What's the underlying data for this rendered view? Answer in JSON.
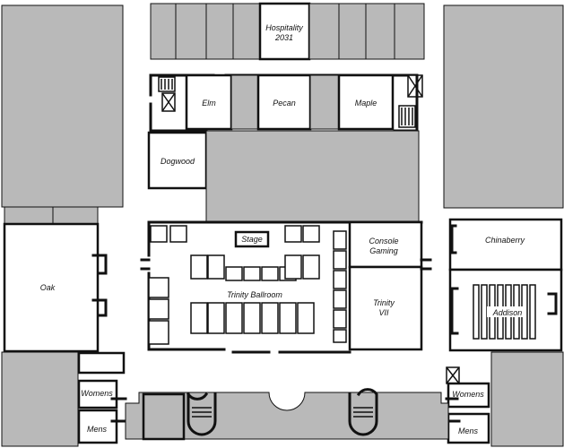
{
  "rooms": {
    "hospitality": {
      "line1": "Hospitality",
      "line2": "2031"
    },
    "elm": "Elm",
    "pecan": "Pecan",
    "maple": "Maple",
    "dogwood": "Dogwood",
    "oak": "Oak",
    "stage": "Stage",
    "ballroom": "Trinity Ballroom",
    "console": {
      "line1": "Console",
      "line2": "Gaming"
    },
    "trinity7": {
      "line1": "Trinity",
      "line2": "VII"
    },
    "chinaberry": "Chinaberry",
    "addison": "Addison",
    "womens_left": "Womens",
    "mens_left": "Mens",
    "womens_right": "Womens",
    "mens_right": "Mens"
  }
}
